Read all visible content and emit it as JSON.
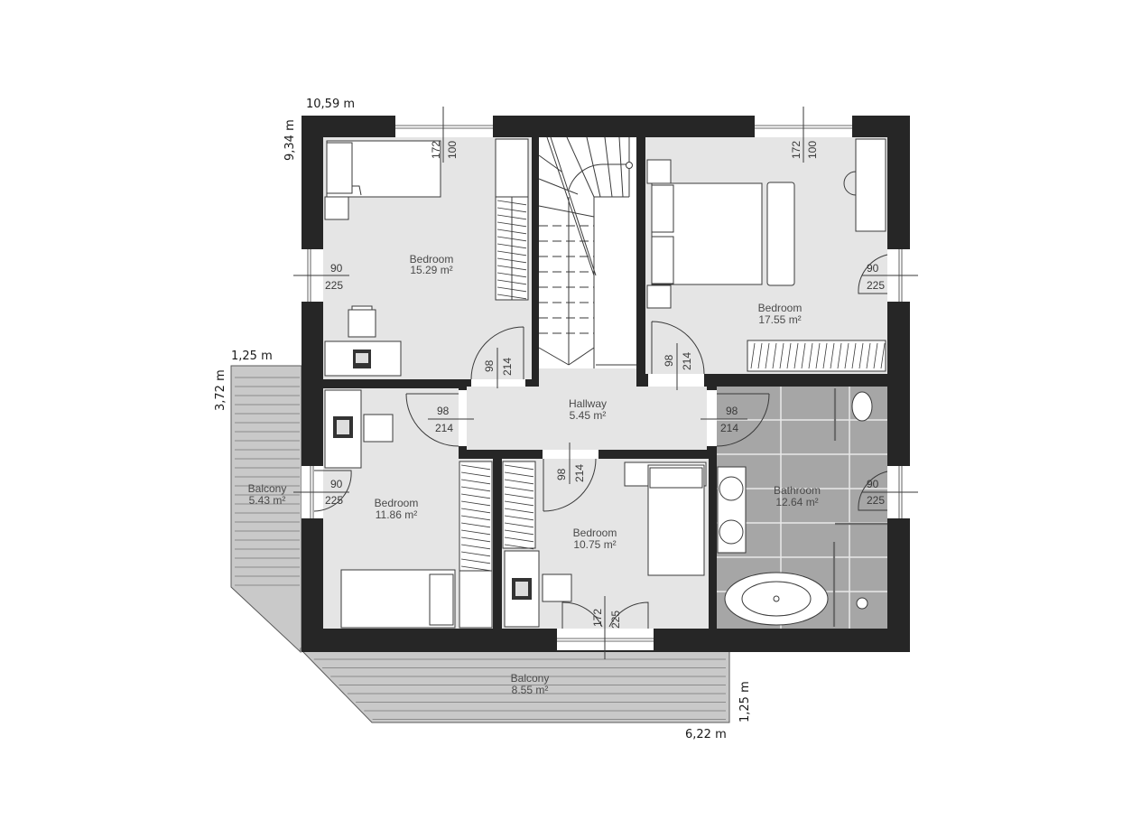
{
  "plan": {
    "type": "floor-plan",
    "floor": "upper floor"
  },
  "exterior_dimensions": {
    "width_top": "10,59 m",
    "depth_left": "9,34 m",
    "balcony_west_width": "1,25 m",
    "balcony_west_length": "3,72 m",
    "balcony_south_depth": "1,25 m",
    "balcony_south_length": "6,22 m"
  },
  "rooms": [
    {
      "id": "bedroom_nw",
      "name": "Bedroom",
      "area": "15.29",
      "unit": "m²"
    },
    {
      "id": "bedroom_ne",
      "name": "Bedroom",
      "area": "17.55",
      "unit": "m²"
    },
    {
      "id": "hallway",
      "name": "Hallway",
      "area": "5.45",
      "unit": "m²"
    },
    {
      "id": "bedroom_sw",
      "name": "Bedroom",
      "area": "11.86",
      "unit": "m²"
    },
    {
      "id": "bedroom_s",
      "name": "Bedroom",
      "area": "10.75",
      "unit": "m²"
    },
    {
      "id": "bathroom",
      "name": "Bathroom",
      "area": "12.64",
      "unit": "m²"
    },
    {
      "id": "balcony_w",
      "name": "Balcony",
      "area": "5.43",
      "unit": "m²"
    },
    {
      "id": "balcony_s",
      "name": "Balcony",
      "area": "8.55",
      "unit": "m²"
    }
  ],
  "openings": {
    "window_nw_top": {
      "w": "172",
      "h": "100"
    },
    "window_ne_top": {
      "w": "172",
      "h": "100"
    },
    "window_nw_west": {
      "w": "90",
      "h": "225"
    },
    "window_ne_east": {
      "w": "90",
      "h": "225"
    },
    "door_nw_bedroom": {
      "w": "98",
      "h": "214"
    },
    "door_ne_bedroom": {
      "w": "98",
      "h": "214"
    },
    "door_sw_bedroom": {
      "w": "98",
      "h": "214"
    },
    "door_bathroom": {
      "w": "98",
      "h": "214"
    },
    "door_s_bedroom": {
      "w": "98",
      "h": "214"
    },
    "balcony_door_w": {
      "w": "90",
      "h": "225"
    },
    "window_bath_east": {
      "w": "90",
      "h": "225"
    },
    "balcony_door_s": {
      "w": "172",
      "h": "225"
    }
  }
}
